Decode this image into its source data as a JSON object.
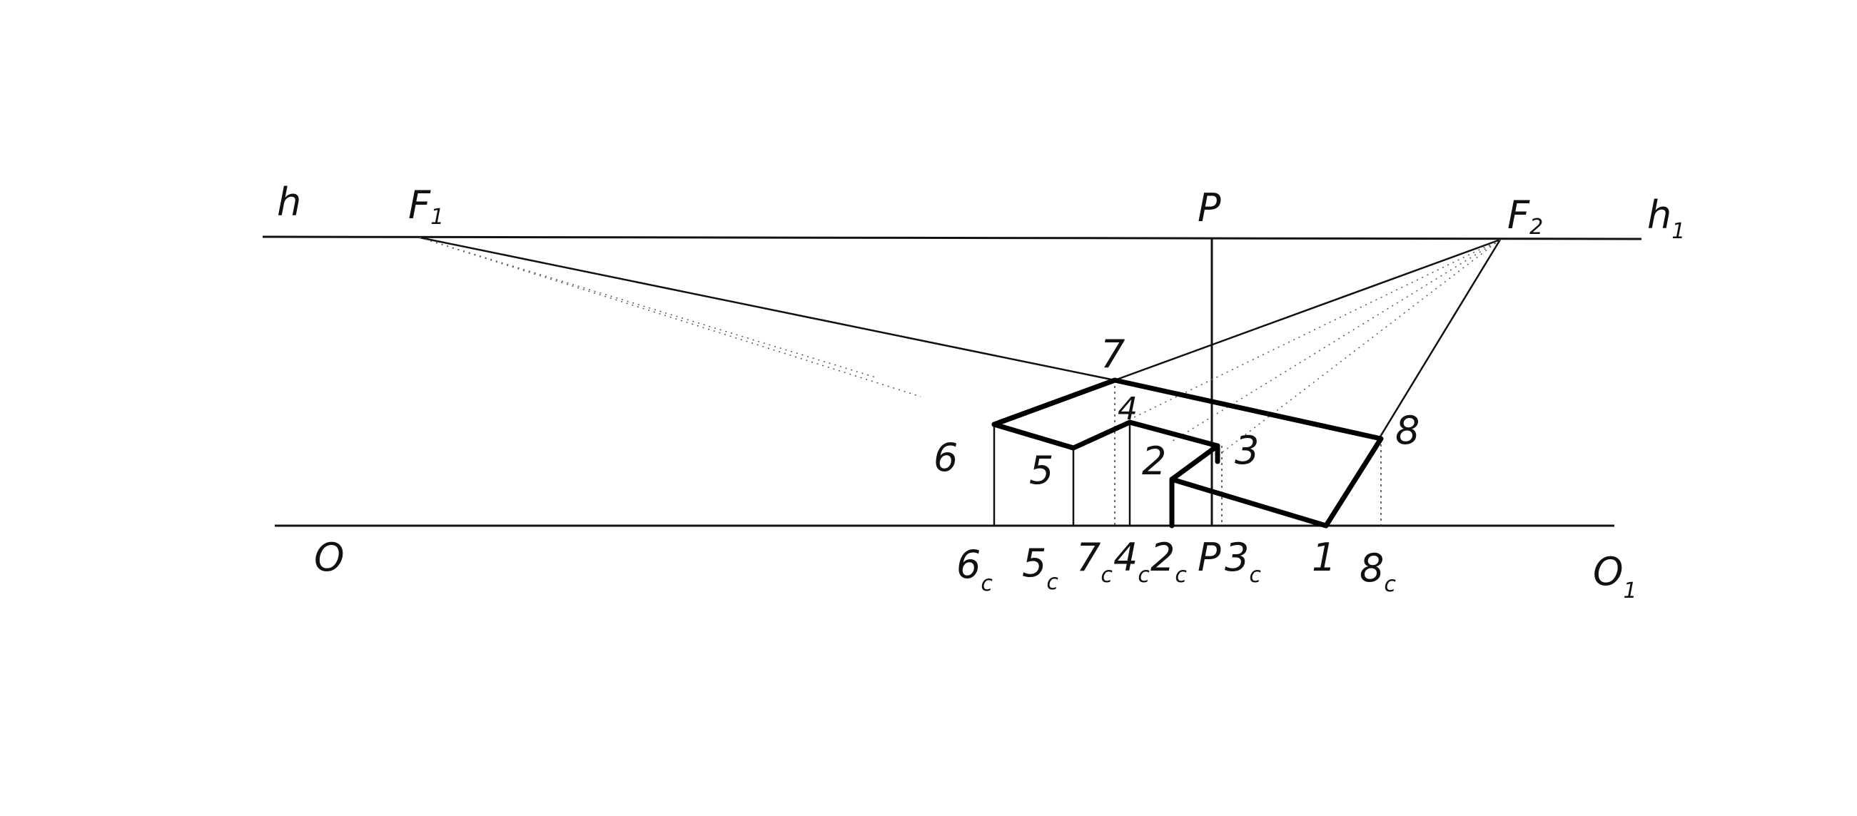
{
  "labels": {
    "h": "h",
    "h1_main": "h",
    "h1_sub": "1",
    "f1_main": "F",
    "f1_sub": "1",
    "f2_main": "F",
    "f2_sub": "2",
    "p_top": "P",
    "o": "O",
    "o1_main": "O",
    "o1_sub": "1",
    "pt1": "1",
    "pt2": "2",
    "pt3": "3",
    "pt4": "4",
    "pt5": "5",
    "pt6": "6",
    "pt7": "7",
    "pt8": "8",
    "b6_main": "6",
    "b6_sub": "c",
    "b5_main": "5",
    "b5_sub": "c",
    "b7_main": "7",
    "b7_sub": "c",
    "b4_main": "4",
    "b4_sub": "c",
    "b2_main": "2",
    "b2_sub": "c",
    "bp": "P",
    "b3_main": "3",
    "b3_sub": "c",
    "b1": "1",
    "b8_main": "8",
    "b8_sub": "c"
  }
}
